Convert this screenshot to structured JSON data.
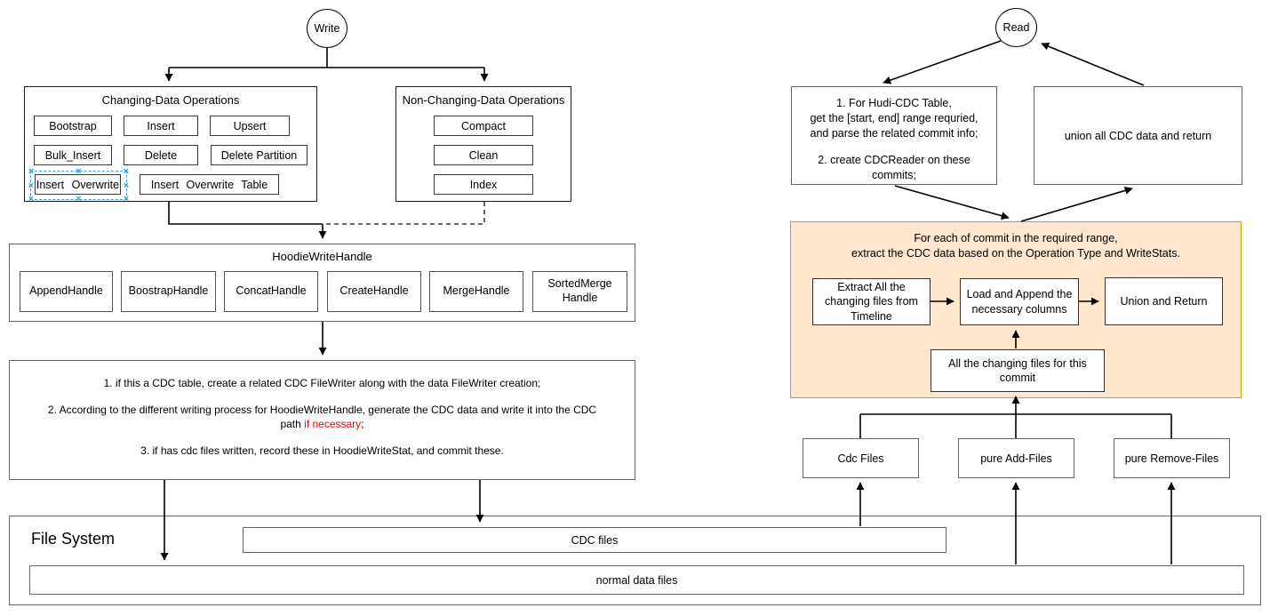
{
  "colors": {
    "highlight_red": "#FF0000",
    "per_commit_fill": "#FFE6CC",
    "per_commit_border": "#D79B00",
    "selection_blue": "#33A2DB"
  },
  "write_flow": {
    "entry_label": "Write",
    "changing_ops": {
      "title": "Changing-Data Operations",
      "items": [
        "Bootstrap",
        "Insert",
        "Upsert",
        "Bulk_Insert",
        "Delete",
        "Delete Partition",
        "Insert Overwrite",
        "Insert Overwrite Table"
      ]
    },
    "non_changing_ops": {
      "title": "Non-Changing-Data Operations",
      "items": [
        "Compact",
        "Clean",
        "Index"
      ]
    },
    "write_handle": {
      "title": "HoodieWriteHandle",
      "items": [
        "AppendHandle",
        "BoostrapHandle",
        "ConcatHandle",
        "CreateHandle",
        "MergeHandle",
        "SortedMerge Handle"
      ]
    },
    "cdc_steps": {
      "line1": "1. if this a CDC table, create a related CDC FileWriter along with the data FileWriter creation;",
      "line2a": "2. According to the different writing process for HoodieWriteHandle, generate the CDC data and write it into the CDC",
      "line2b": "path ",
      "line2_red": "if necessary",
      "line2c": ";",
      "line3": "3. if has cdc files written, record these in HoodieWriteStat, and commit these."
    }
  },
  "read_flow": {
    "entry_label": "Read",
    "prepare_box": {
      "l1": "1. For Hudi-CDC Table,",
      "l2": "get the [start, end] range requried,",
      "l3": "and parse the related commit info;",
      "l4": "2. create CDCReader on these",
      "l5": "commits;"
    },
    "union_box": "union all CDC data and return",
    "per_commit": {
      "title1": "For each of commit in the required range,",
      "title2": "extract the CDC data based on the Operation Type and WriteStats.",
      "extract": "Extract All the changing files from Timeline",
      "load": "Load and Append the necessary columns",
      "union": "Union and Return",
      "changing_files": "All the changing files for this commit"
    },
    "file_groups": [
      "Cdc Files",
      "pure Add-Files",
      "pure Remove-Files"
    ]
  },
  "file_system": {
    "title": "File System",
    "cdc_files": "CDC files",
    "normal_files": "normal data files"
  }
}
